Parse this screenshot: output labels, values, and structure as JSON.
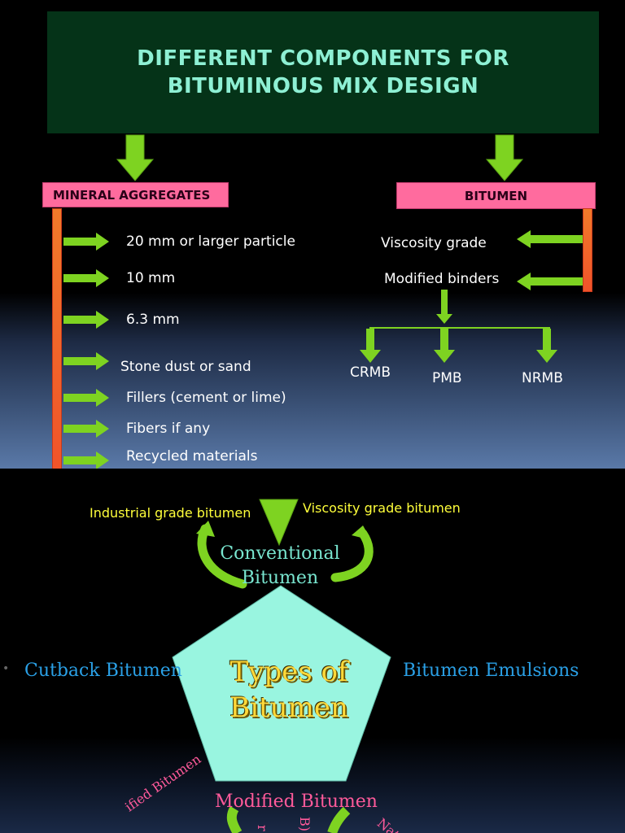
{
  "top": {
    "title_line1": "DIFFERENT COMPONENTS FOR",
    "title_line2": "BITUMINOUS MIX DESIGN",
    "aggregates_label": "MINERAL AGGREGATES",
    "bitumen_label": "BITUMEN",
    "aggregates_items": [
      "20 mm or larger particle",
      "10 mm",
      "6.3 mm",
      "Stone dust or sand",
      "Fillers (cement or lime)",
      "Fibers if any",
      "Recycled materials"
    ],
    "bitumen_items": [
      "Viscosity grade",
      "Modified binders"
    ],
    "modified_types": [
      "CRMB",
      "PMB",
      "NRMB"
    ]
  },
  "bottom": {
    "industrial": "Industrial grade bitumen",
    "viscosity": "Viscosity grade bitumen",
    "conventional_line1": "Conventional",
    "conventional_line2": "Bitumen",
    "cutback": "Cutback Bitumen",
    "emulsions": "Bitumen Emulsions",
    "center_line1": "Types of",
    "center_line2": "Bitumen",
    "modified": "Modified Bitumen",
    "partial_left": "ified Bitumen",
    "partial_right": "Natu",
    "partial_mid1": "r",
    "partial_mid2": "B)",
    "bullet": "•"
  },
  "colors": {
    "title_bg": "#053318",
    "title_text": "#8ef0d4",
    "label_box": "#ff6b9e",
    "arrow_green": "#7ed321",
    "pentagon_fill": "#99f5e0",
    "cutback_blue": "#2aa0e6",
    "modified_pink": "#ff5a9a"
  }
}
